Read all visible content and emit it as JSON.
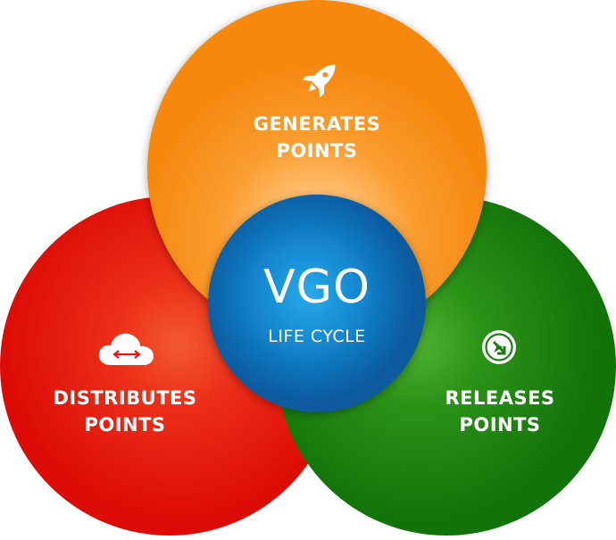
{
  "center": {
    "title": "VGO",
    "subtitle": "LIFE CYCLE",
    "color": "#0f6fbf"
  },
  "circles": [
    {
      "key": "generates",
      "line1": "GENERATES",
      "line2": "POINTS",
      "icon": "rocket-icon",
      "color": "#f7901e"
    },
    {
      "key": "distributes",
      "line1": "DISTRIBUTES",
      "line2": "POINTS",
      "icon": "cloud-transfer-icon",
      "color": "#e8150d"
    },
    {
      "key": "releases",
      "line1": "RELEASES",
      "line2": "POINTS",
      "icon": "circle-arrow-icon",
      "color": "#1a7e12"
    }
  ]
}
